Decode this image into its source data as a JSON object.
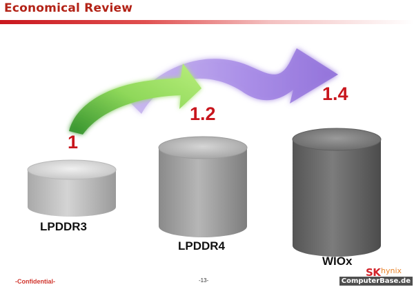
{
  "title": "Economical Review",
  "items": [
    {
      "label": "LPDDR3",
      "value": "1"
    },
    {
      "label": "LPDDR4",
      "value": "1.2"
    },
    {
      "label": "WIOx",
      "value": "1.4"
    }
  ],
  "footer": {
    "confidential": "-Confidential-",
    "page": "-13-"
  },
  "logo": {
    "sk": "SK",
    "hynix": "hynix"
  },
  "watermark": "ComputerBase.de",
  "colors": {
    "title": "#b32317",
    "value": "#c8161d",
    "arrow_green": "#7ccf4a",
    "arrow_purple": "#a98ae8",
    "cylinder_light": "#cfcfcf",
    "cylinder_mid": "#a6a6a6",
    "cylinder_dark": "#6f6f6f"
  }
}
